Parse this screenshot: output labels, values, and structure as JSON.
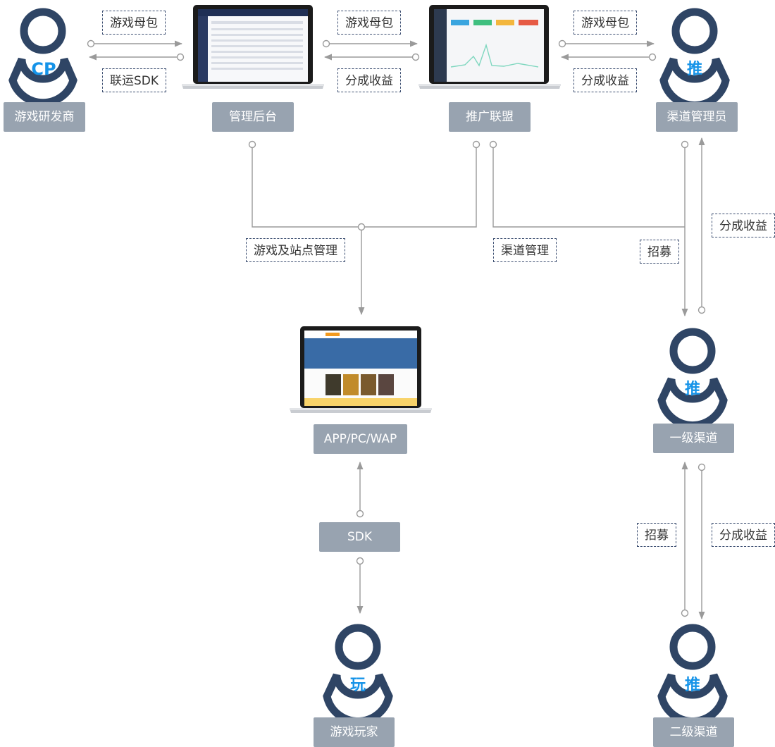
{
  "colors": {
    "accent": "#1593e8",
    "person_stroke": "#2f4565",
    "label_bg": "#98a3b0",
    "line": "#9a9a9a",
    "tag_border": "#3b4d70"
  },
  "nodes": {
    "cp": {
      "label": "游戏研发商",
      "badge": "CP"
    },
    "admin": {
      "label": "管理后台"
    },
    "union": {
      "label": "推广联盟"
    },
    "channel_admin": {
      "label": "渠道管理员",
      "badge": "推"
    },
    "platform": {
      "label": "APP/PC/WAP"
    },
    "sdk": {
      "label": "SDK"
    },
    "player": {
      "label": "游戏玩家",
      "badge": "玩"
    },
    "level1": {
      "label": "一级渠道",
      "badge": "推"
    },
    "level2": {
      "label": "二级渠道",
      "badge": "推"
    }
  },
  "tags": {
    "cp_to_admin": "游戏母包",
    "admin_to_cp": "联运SDK",
    "admin_to_union": "游戏母包",
    "union_to_admin": "分成收益",
    "union_to_channel": "游戏母包",
    "channel_to_union": "分成收益",
    "site_mgmt": "游戏及站点管理",
    "channel_mgmt": "渠道管理",
    "recruit_1": "招募",
    "share_1": "分成收益",
    "recruit_2": "招募",
    "share_2": "分成收益"
  }
}
